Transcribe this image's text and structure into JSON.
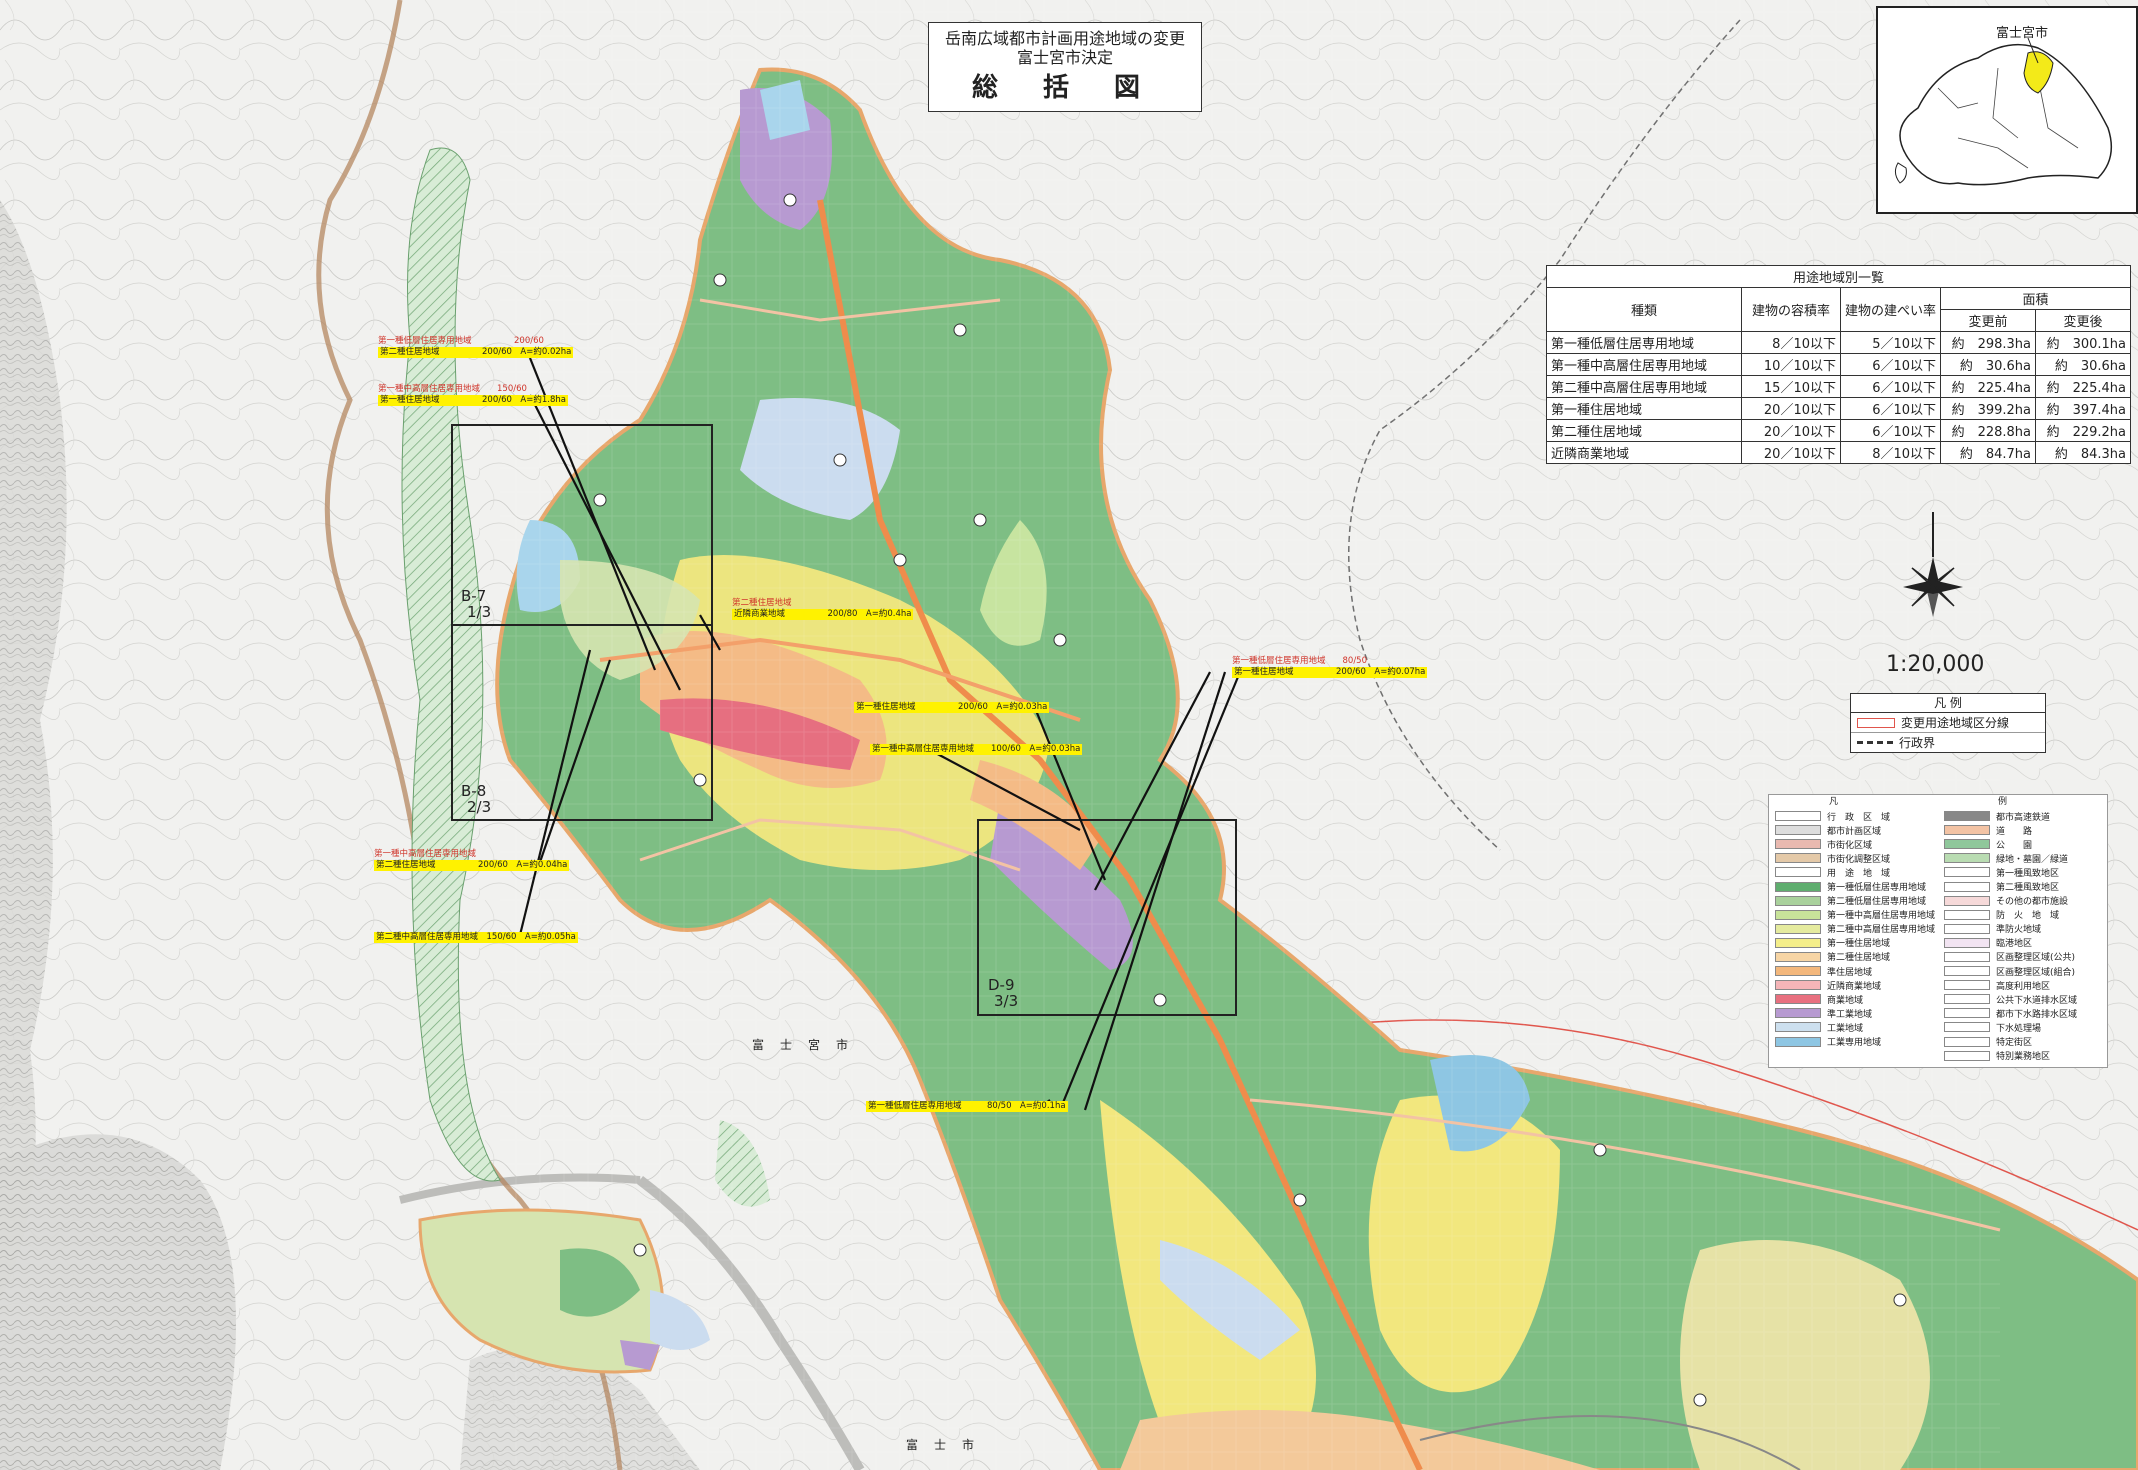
{
  "title": {
    "line1": "岳南広域都市計画用途地域の変更",
    "line2": "富士宮市決定",
    "main": "総 括 図"
  },
  "inset": {
    "label": "富士宮市"
  },
  "zone_table": {
    "caption": "用途地域別一覧",
    "headers": {
      "kind": "種類",
      "far": "建物の容積率",
      "bcr": "建物の建ぺい率",
      "area": "面積",
      "before": "変更前",
      "after": "変更後"
    },
    "rows": [
      {
        "name": "第一種低層住居専用地域",
        "far": "8／10以下",
        "bcr": "5／10以下",
        "before": "約　298.3ha",
        "after": "約　300.1ha"
      },
      {
        "name": "第一種中高層住居専用地域",
        "far": "10／10以下",
        "bcr": "6／10以下",
        "before": "約　30.6ha",
        "after": "約　30.6ha"
      },
      {
        "name": "第二種中高層住居専用地域",
        "far": "15／10以下",
        "bcr": "6／10以下",
        "before": "約　225.4ha",
        "after": "約　225.4ha"
      },
      {
        "name": "第一種住居地域",
        "far": "20／10以下",
        "bcr": "6／10以下",
        "before": "約　399.2ha",
        "after": "約　397.4ha"
      },
      {
        "name": "第二種住居地域",
        "far": "20／10以下",
        "bcr": "6／10以下",
        "before": "約　228.8ha",
        "after": "約　229.2ha"
      },
      {
        "name": "近隣商業地域",
        "far": "20／10以下",
        "bcr": "8／10以下",
        "before": "約　84.7ha",
        "after": "約　84.3ha"
      }
    ]
  },
  "scale": "1:20,000",
  "legend_small": {
    "heading": "凡 例",
    "items": [
      {
        "label": "変更用途地域区分線",
        "color": "#e0554c"
      },
      {
        "label": "行政界",
        "color": "#333333"
      }
    ]
  },
  "legend_big": {
    "heading_left": "凡",
    "heading_right": "例",
    "left": [
      {
        "label": "行　政　区　域",
        "color": "#ffffff"
      },
      {
        "label": "都市計画区域",
        "color": "#dddddd"
      },
      {
        "label": "市街化区域",
        "color": "#e9b9b0"
      },
      {
        "label": "市街化調整区域",
        "color": "#e4c9a8"
      },
      {
        "label": "用　途　地　域",
        "color": "#ffffff"
      },
      {
        "label": "第一種低層住居専用地域",
        "color": "#5fae6f"
      },
      {
        "label": "第二種低層住居専用地域",
        "color": "#a9d19c"
      },
      {
        "label": "第一種中高層住居専用地域",
        "color": "#c8e39a"
      },
      {
        "label": "第二種中高層住居専用地域",
        "color": "#e5eb9e"
      },
      {
        "label": "第一種住居地域",
        "color": "#f4ee8a"
      },
      {
        "label": "第二種住居地域",
        "color": "#f7d5a5"
      },
      {
        "label": "準住居地域",
        "color": "#f3b77c"
      },
      {
        "label": "近隣商業地域",
        "color": "#f5b5b8"
      },
      {
        "label": "商業地域",
        "color": "#e8707f"
      },
      {
        "label": "準工業地域",
        "color": "#b79ad1"
      },
      {
        "label": "工業地域",
        "color": "#cde0ef"
      },
      {
        "label": "工業専用地域",
        "color": "#8ec6e3"
      }
    ],
    "right": [
      {
        "label": "都市高速鉄道",
        "color": "#888888"
      },
      {
        "label": "道　　路",
        "color": "#f3c3a4"
      },
      {
        "label": "公　　園",
        "color": "#8fc79b"
      },
      {
        "label": "緑地・墓園／緑道",
        "color": "#b9dcb2"
      },
      {
        "label": "第一種風致地区",
        "color": "#ffffff"
      },
      {
        "label": "第二種風致地区",
        "color": "#ffffff"
      },
      {
        "label": "その他の都市施設",
        "color": "#f6d9d9"
      },
      {
        "label": "防　火　地　域",
        "color": "#ffffff"
      },
      {
        "label": "準防火地域",
        "color": "#ffffff"
      },
      {
        "label": "臨港地区",
        "color": "#f2e4f2"
      },
      {
        "label": "区画整理区域(公共)",
        "color": "#ffffff"
      },
      {
        "label": "区画整理区域(組合)",
        "color": "#ffffff"
      },
      {
        "label": "高度利用地区",
        "color": "#ffffff"
      },
      {
        "label": "公共下水道排水区域",
        "color": "#ffffff"
      },
      {
        "label": "都市下水路排水区域",
        "color": "#ffffff"
      },
      {
        "label": "下水処理場",
        "color": "#ffffff"
      },
      {
        "label": "特定街区",
        "color": "#ffffff"
      },
      {
        "label": "特別業務地区",
        "color": "#ffffff"
      }
    ]
  },
  "callouts": [
    {
      "red": "第一種低層住居専用地域　　　　　200/60",
      "text": "第二種住居地域　　　　　200/60　A=約0.02ha"
    },
    {
      "red": "第一種中高層住居専用地域　　150/60",
      "text": "第一種住居地域　　　　　200/60　A=約1.8ha"
    },
    {
      "red": "第二種住居地域",
      "text": "近隣商業地域　　　　　200/80　A=約0.4ha"
    },
    {
      "red": "第一種低層住居専用地域　　80/50",
      "text": "第一種住居地域　　　　　200/60　A=約0.07ha"
    },
    {
      "red": "",
      "text": "第一種住居地域　　　　　200/60　A=約0.03ha"
    },
    {
      "red": "",
      "text": "第一種中高層住居専用地域　　100/60　A=約0.03ha"
    },
    {
      "red": "第一種中高層住居専用地域",
      "text": "第二種住居地域　　　　　200/60　A=約0.04ha"
    },
    {
      "red": "",
      "text": "第二種中高層住居専用地域　150/60　A=約0.05ha"
    },
    {
      "red": "",
      "text": "第一種低層住居専用地域　　　80/50　A=約0.1ha"
    }
  ],
  "frames": [
    {
      "label": "B-7",
      "sub": "1/3"
    },
    {
      "label": "B-8",
      "sub": "2/3"
    },
    {
      "label": "D-9",
      "sub": "3/3"
    }
  ],
  "places": [
    {
      "name": "富士宮市"
    },
    {
      "name": "富士市"
    }
  ]
}
